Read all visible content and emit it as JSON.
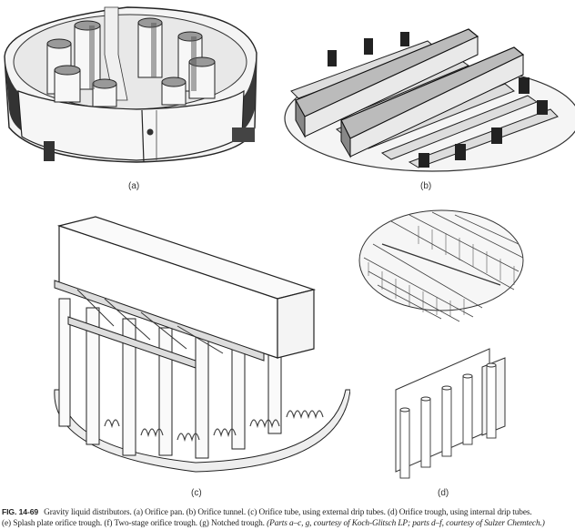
{
  "figure": {
    "number": "FIG. 14-69",
    "title": "Gravity liquid distributors.",
    "parts": [
      {
        "key": "a",
        "label": "(a)",
        "description": "Orifice pan."
      },
      {
        "key": "b",
        "label": "(b)",
        "description": "Orifice tunnel."
      },
      {
        "key": "c",
        "label": "(c)",
        "description": "Orifice tube, using external drip tubes."
      },
      {
        "key": "d",
        "label": "(d)",
        "description": "Orifice trough, using internal drip tubes."
      },
      {
        "key": "e",
        "label": "(e)",
        "description": "Splash plate orifice trough."
      },
      {
        "key": "f",
        "label": "(f)",
        "description": "Two-stage orifice trough."
      },
      {
        "key": "g",
        "label": "(g)",
        "description": "Notched trough."
      }
    ],
    "credit": "(Parts a–c, g, courtesy of Koch-Glitsch LP; parts d–f, courtesy of Sulzer Chemtech.)"
  },
  "panels": {
    "a": {
      "label": "(a)",
      "subject": "orifice-pan-illustration"
    },
    "b": {
      "label": "(b)",
      "subject": "orifice-tunnel-illustration"
    },
    "c": {
      "label": "(c)",
      "subject": "orifice-tube-distributor-illustration"
    },
    "d": {
      "label": "(d)",
      "subject": "orifice-trough-illustration"
    }
  },
  "caption_text": {
    "fig": "FIG. 14-69",
    "line1": "Gravity liquid distributors. (a) Orifice pan. (b) Orifice tunnel. (c) Orifice tube, using external drip tubes. (d) Orifice trough, using internal drip tubes.",
    "line2_plain": "(e) Splash plate orifice trough. (f) Two-stage orifice trough. (g) Notched trough. ",
    "line2_credit": "(Parts a–c, g, courtesy of Koch-Glitsch LP; parts d–f, courtesy of Sulzer Chemtech.)"
  }
}
